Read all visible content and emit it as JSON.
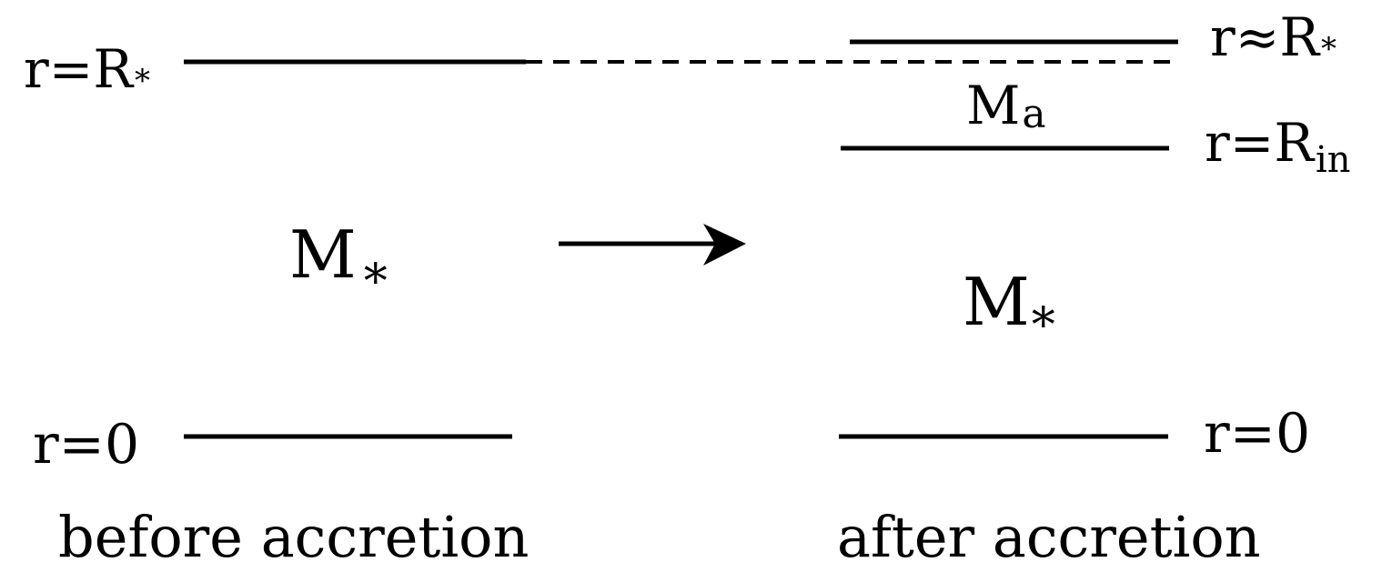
{
  "colors": {
    "ink": "#000000",
    "background": "#ffffff"
  },
  "before": {
    "top_label_main": "r=R",
    "top_label_sub": "*",
    "mass_main": "M",
    "mass_sub": "*",
    "bottom_label": "r=0",
    "caption": "before accretion"
  },
  "after": {
    "outer_label_main": "r≈R",
    "outer_label_sub": "*",
    "accreted_mass_main": "M",
    "accreted_mass_sub": "a",
    "inner_label_main": "r=R",
    "inner_label_sub": "in",
    "mass_main": "M",
    "mass_sub": "*",
    "bottom_label": "r=0",
    "caption": "after accretion"
  }
}
